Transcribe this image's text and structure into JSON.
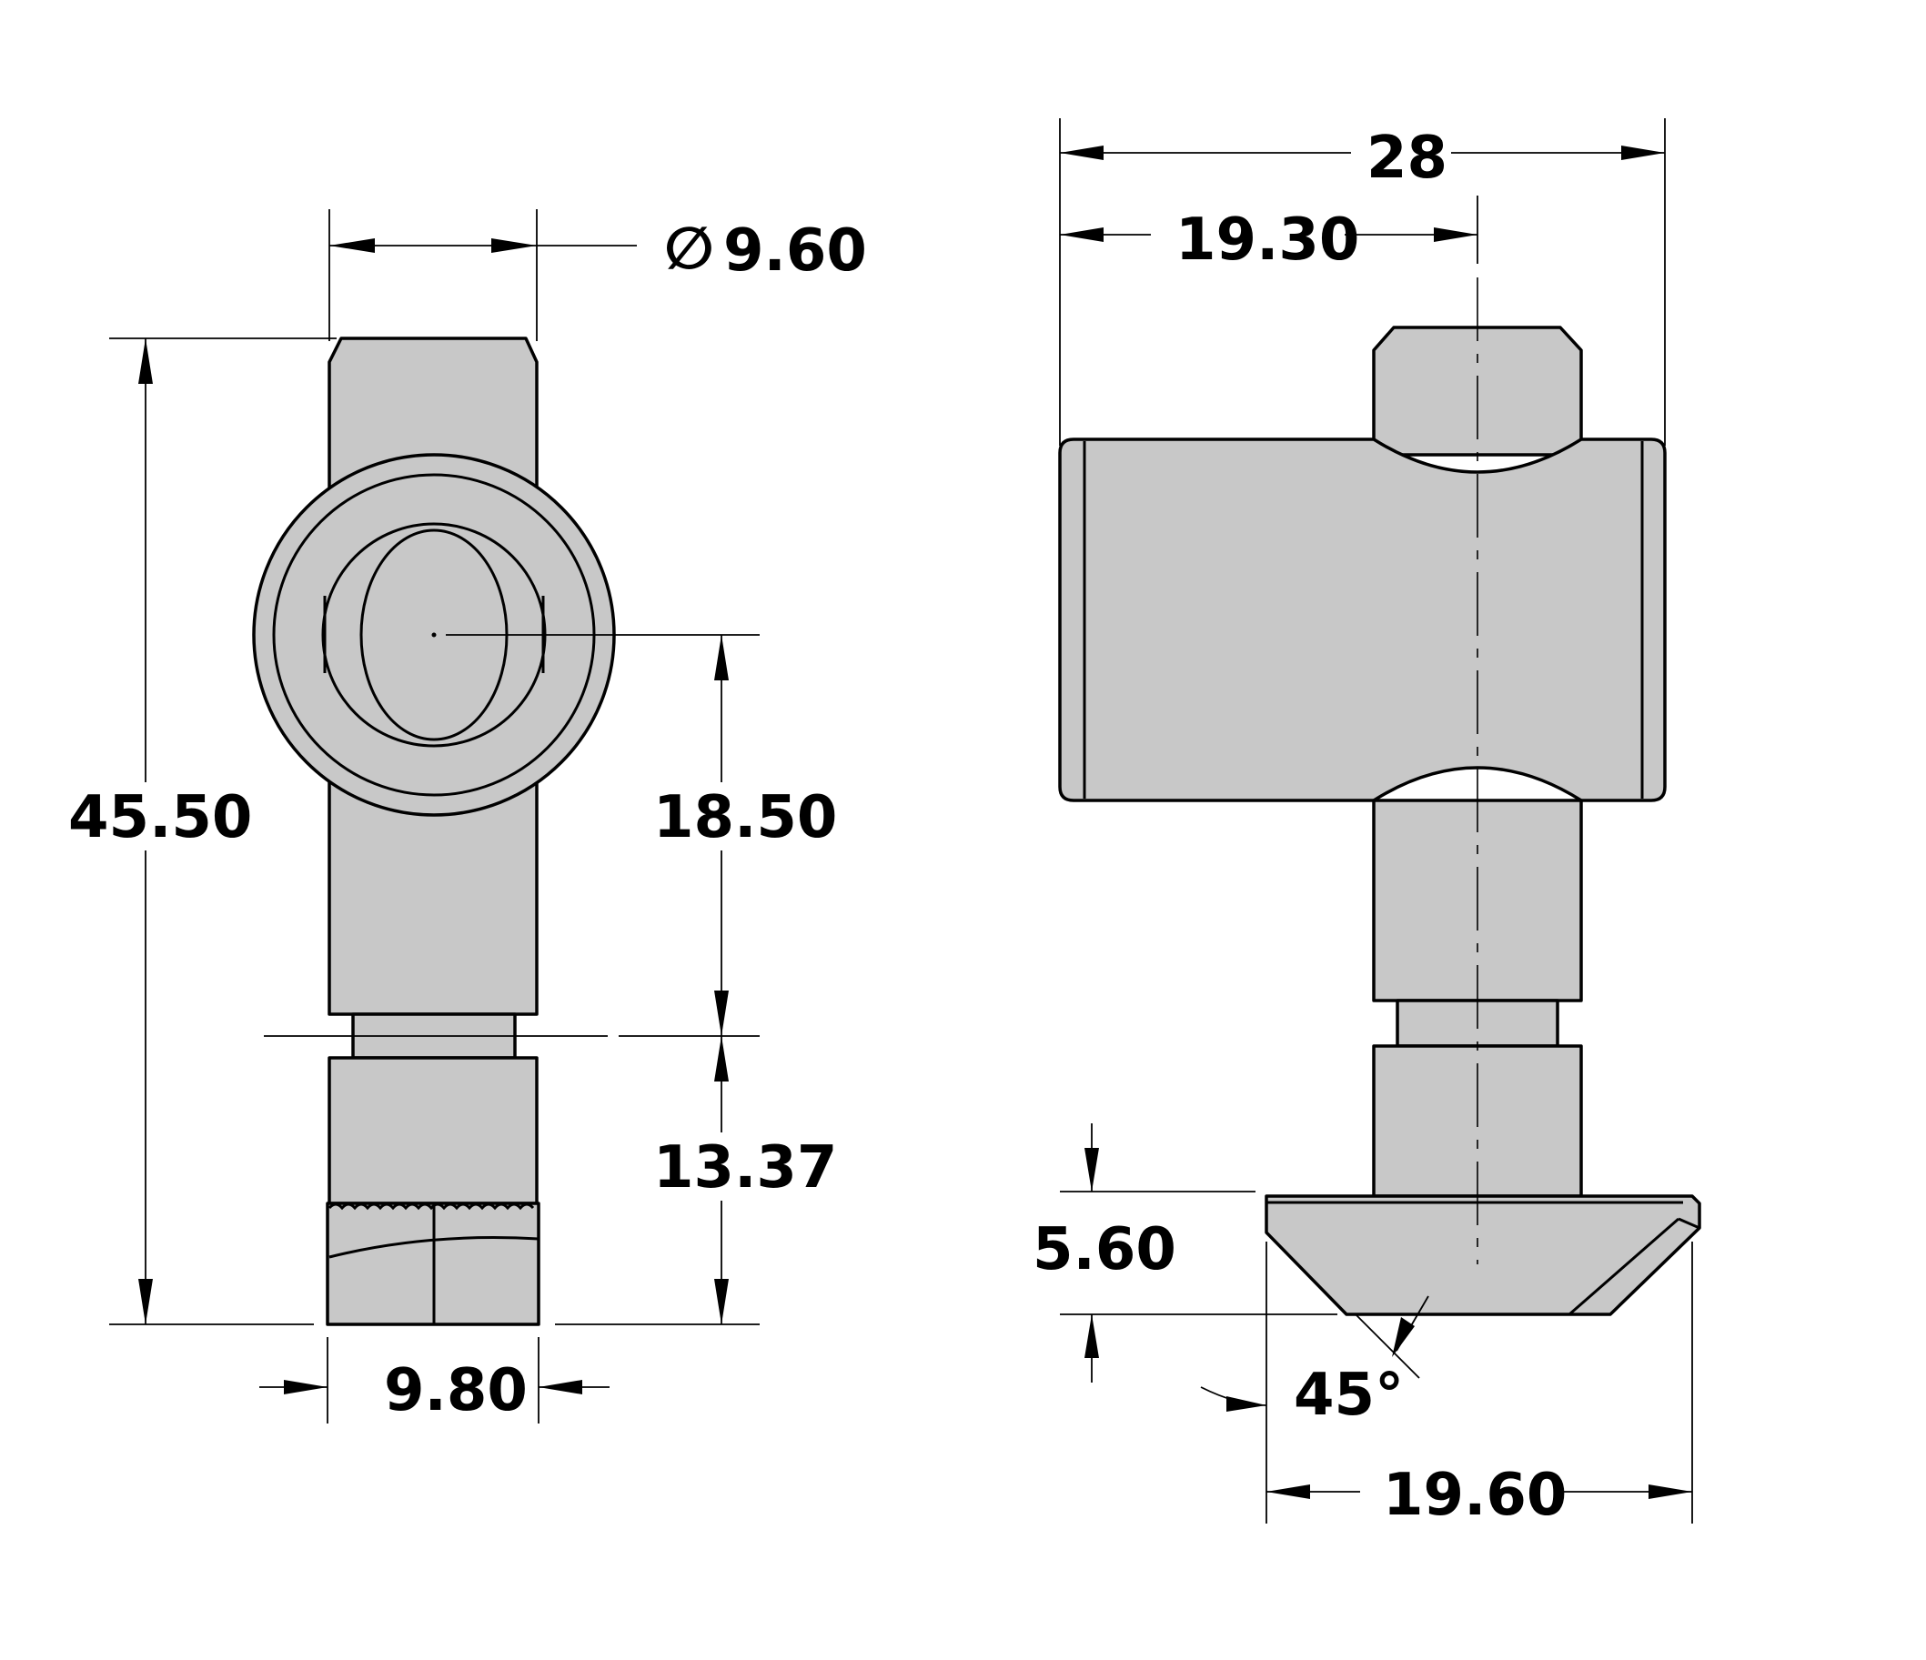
{
  "drawing": {
    "left_view": {
      "diameter_symbol": "∅",
      "diameter": "9.60",
      "overall_height": "45.50",
      "center_height": "18.50",
      "lower_height": "13.37",
      "width": "9.80"
    },
    "right_view": {
      "overall_width": "28",
      "offset_width": "19.30",
      "head_height": "5.60",
      "chamfer_angle": "45°",
      "base_width": "19.60"
    },
    "colors": {
      "part_fill": "#c8c8c8",
      "line": "#000000"
    }
  }
}
